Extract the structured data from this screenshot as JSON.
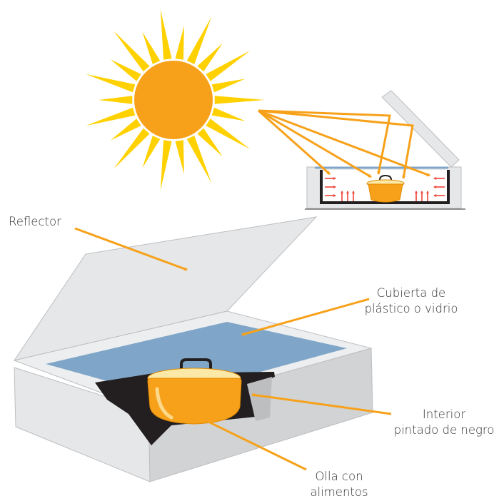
{
  "labels": {
    "reflector": "Reflector",
    "cover_line1": "Cubierta de",
    "cover_line2": "plástico o vidrio",
    "interior_line1": "Interior",
    "interior_line2": "pintado de negro",
    "pot_line1": "Olla con",
    "pot_line2": "alimentos"
  },
  "colors": {
    "arrow": "#F7A11A",
    "sun_core": "#F7A11A",
    "sun_rays": "#FFD100",
    "box_light": "#E6E7E8",
    "box_mid": "#D1D3D4",
    "glass": "#7FA6C8",
    "interior": "#231F20",
    "heat_arrow": "#EF4136"
  }
}
